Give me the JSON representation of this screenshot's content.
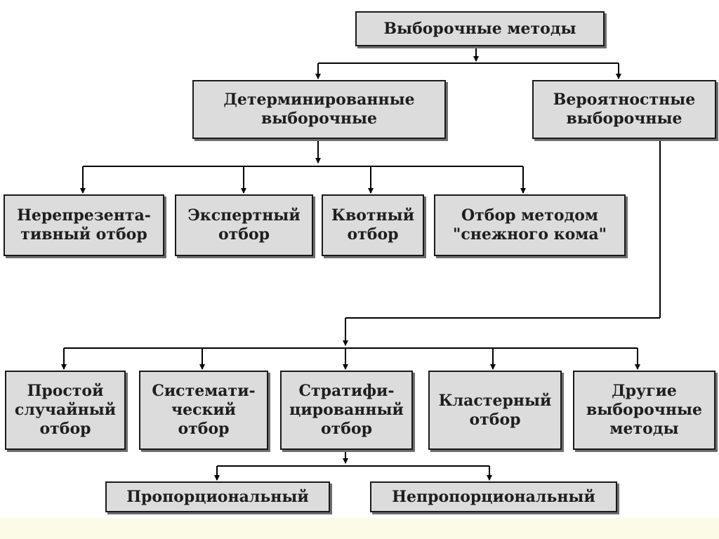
{
  "colors": {
    "box_fill": "#dcdcdc",
    "border": "#1a1a1a",
    "shadow": "#6e6e6e",
    "connector": "#000000",
    "bottom_band": "#fcfce6"
  },
  "nodes": {
    "root": "Выборочные методы",
    "deterministic": "Детерминированные\nвыборочные",
    "probabilistic": "Вероятностные\nвыборочные",
    "non_representative": "Нерепрезента-\nтивный отбор",
    "expert": "Экспертный\nотбор",
    "quota": "Квотный\nотбор",
    "snowball": "Отбор методом\n\"снежного кома\"",
    "simple_random": "Простой\nслучайный\nотбор",
    "systematic": "Системати-\nческий\nотбор",
    "stratified": "Стратифи-\nцированный\nотбор",
    "cluster": "Кластерный\nотбор",
    "other": "Другие\nвыборочные\nметоды",
    "proportional": "Пропорциональный",
    "non_proportional": "Непропорциональный"
  }
}
